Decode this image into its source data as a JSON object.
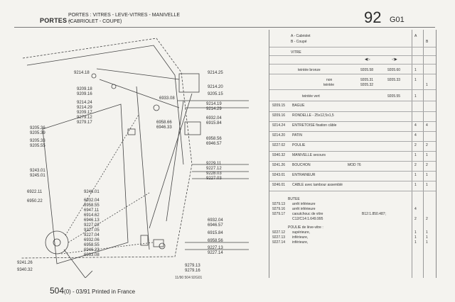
{
  "header": {
    "section": "PORTES -",
    "title_line1": "PORTES : VITRES - LEVE-VITRES - MANIVELLE",
    "title_line2": "(CABRIOLET - COUPE)",
    "page_number": "92",
    "page_code": "G01"
  },
  "legend": {
    "a": "A - Cabriolet",
    "b": "B - Coupé",
    "col_a": "A",
    "col_b": "B"
  },
  "vitre": {
    "heading": "VITRE",
    "rows": [
      {
        "label": "teintée bronze",
        "ref_left": "9205.58",
        "ref_right": "9205.60",
        "qa": "1",
        "qb": ""
      },
      {
        "label_line1": "non",
        "label_line2": "teintée",
        "ref_left": "9205.31",
        "ref_left2": "9205.32",
        "ref_right": "9205.33",
        "qa": "1",
        "qb": "1"
      },
      {
        "label": "teintée vert",
        "ref_left": "",
        "ref_right": "9205.55",
        "qa": "1",
        "qb": ""
      }
    ]
  },
  "parts": [
    {
      "ref": "9209.15",
      "desc": "BAGUE",
      "qa": "",
      "qb": ""
    },
    {
      "ref": "9209.16",
      "desc": "RONDELLE - 25x12,5x1,5",
      "qa": "",
      "qb": ""
    },
    {
      "ref": "9214.24",
      "desc": "ENTRETOISE fixation câble",
      "qa": "4",
      "qb": "4"
    },
    {
      "ref": "9214.20",
      "desc": "PATIN",
      "qa": "4",
      "qb": ""
    },
    {
      "ref": "9227.02",
      "desc": "POULIE",
      "qa": "2",
      "qb": "2"
    },
    {
      "ref": "9340.32",
      "desc": "MANIVELLE secours",
      "qa": "1",
      "qb": "1"
    },
    {
      "ref": "9241.26",
      "desc": "BOUCHON",
      "desc_extra": "MOD 76",
      "qa": "2",
      "qb": "2"
    },
    {
      "ref": "9243.01",
      "desc": "ENTRAINEUR",
      "qa": "1",
      "qb": "1"
    },
    {
      "ref": "9246.01",
      "desc": "CABLE avec tambour assemblé",
      "qa": "1",
      "qb": "1"
    }
  ],
  "butee": {
    "heading": "BUTEE",
    "rows": [
      {
        "ref": "9279.13",
        "desc": "arrêt inférieure",
        "qa": "",
        "qb": ""
      },
      {
        "ref": "9279.16",
        "desc": "arrêt inférieure",
        "qa": "4",
        "qb": ""
      },
      {
        "ref": "9279.17",
        "desc": "caoutchouc de vitre",
        "desc_extra": "B12:1.850.487;",
        "qa": "",
        "qb": ""
      },
      {
        "ref": "",
        "desc": "C12/C14:1.649.995",
        "qa": "2",
        "qb": "2"
      }
    ]
  },
  "poulie": {
    "heading": "POULIE de lève-vitre :",
    "rows": [
      {
        "ref": "9227.12",
        "desc": "supérieure,",
        "qa": "1",
        "qb": "1"
      },
      {
        "ref": "9227.13",
        "desc": "inférieure,",
        "qa": "1",
        "qb": "1"
      },
      {
        "ref": "9227.14",
        "desc": "inférieure,",
        "qa": "1",
        "qb": "1"
      }
    ]
  },
  "callouts": [
    "9214.18",
    "9214.25",
    "9214.20",
    "9209.18",
    "9209.16",
    "6933.08",
    "9205.15",
    "9214.24",
    "9214.29",
    "9214.19",
    "9214.29",
    "9209.17",
    "9279.12",
    "9279.17",
    "6958.66",
    "6946.33",
    "6932.04",
    "6915.84",
    "9205.36",
    "9205.39",
    "9205.33",
    "9205.55",
    "6958.56",
    "6946.57",
    "9229.11",
    "9227.12",
    "9228.03",
    "9227.03",
    "9243.01",
    "9245.01",
    "6922.11",
    "6950.22",
    "9246.01",
    "6932.04",
    "6958.55",
    "6947.11",
    "6914.62",
    "6946.13",
    "9227.02",
    "9227.05",
    "9227.04",
    "6932.06",
    "6958.55",
    "6946.23",
    "6933.08",
    "6932.04",
    "6946.57",
    "6915.84",
    "6958.56",
    "9227.13",
    "9227.14",
    "9279.13",
    "9279.16",
    "9241.26",
    "9340.32"
  ],
  "footer": {
    "num": "504",
    "rest": "(0) - 03/91 Printed in France",
    "ref": "11/90 504 92G01"
  }
}
